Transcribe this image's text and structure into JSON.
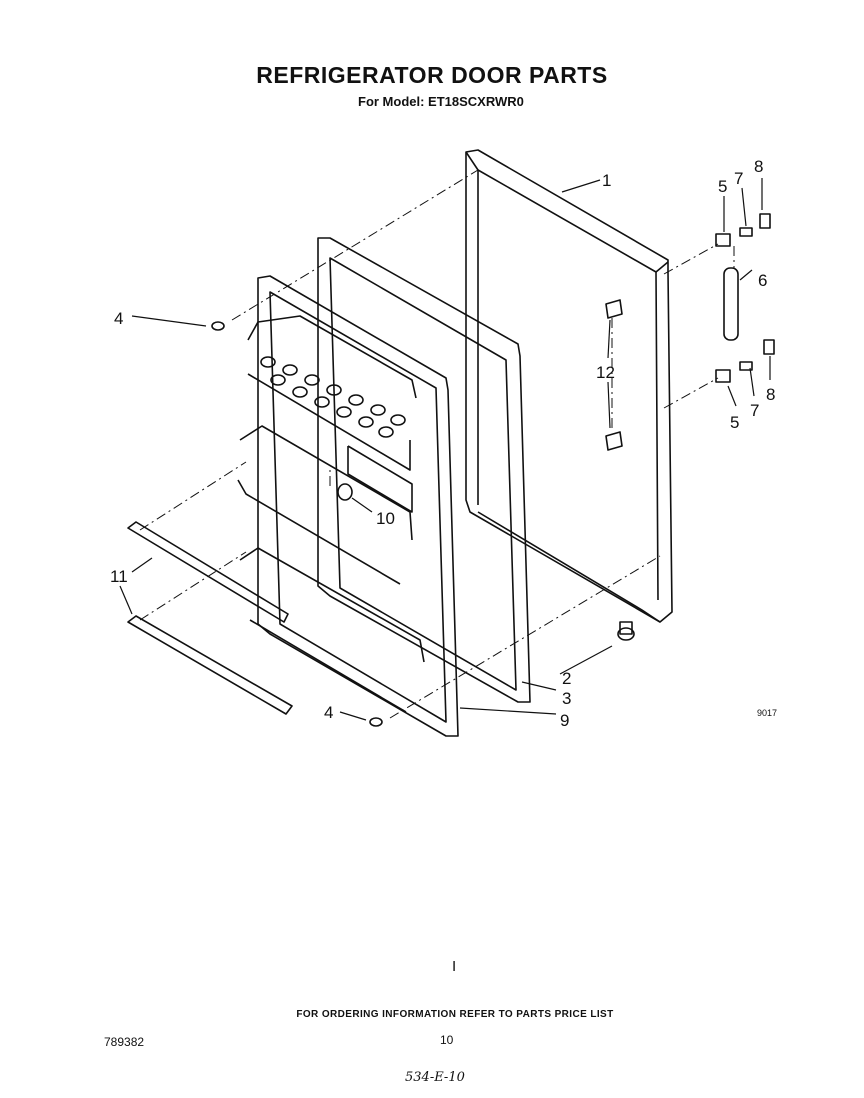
{
  "header": {
    "title": "REFRIGERATOR DOOR PARTS",
    "model_line": "For Model: ET18SCXRWR0"
  },
  "diagram": {
    "figure_code": "9017",
    "callouts": {
      "c1": "1",
      "c2": "2",
      "c3": "3",
      "c4a": "4",
      "c4b": "4",
      "c5a": "5",
      "c5b": "5",
      "c6": "6",
      "c7a": "7",
      "c7b": "7",
      "c8a": "8",
      "c8b": "8",
      "c9": "9",
      "c10": "10",
      "c11": "11",
      "c12": "12"
    }
  },
  "footer": {
    "page_mark": "I",
    "ordering_note": "FOR ORDERING INFORMATION REFER TO PARTS PRICE LIST",
    "document_number": "789382",
    "page_number": "10",
    "handwritten_note": "534-E-10"
  }
}
